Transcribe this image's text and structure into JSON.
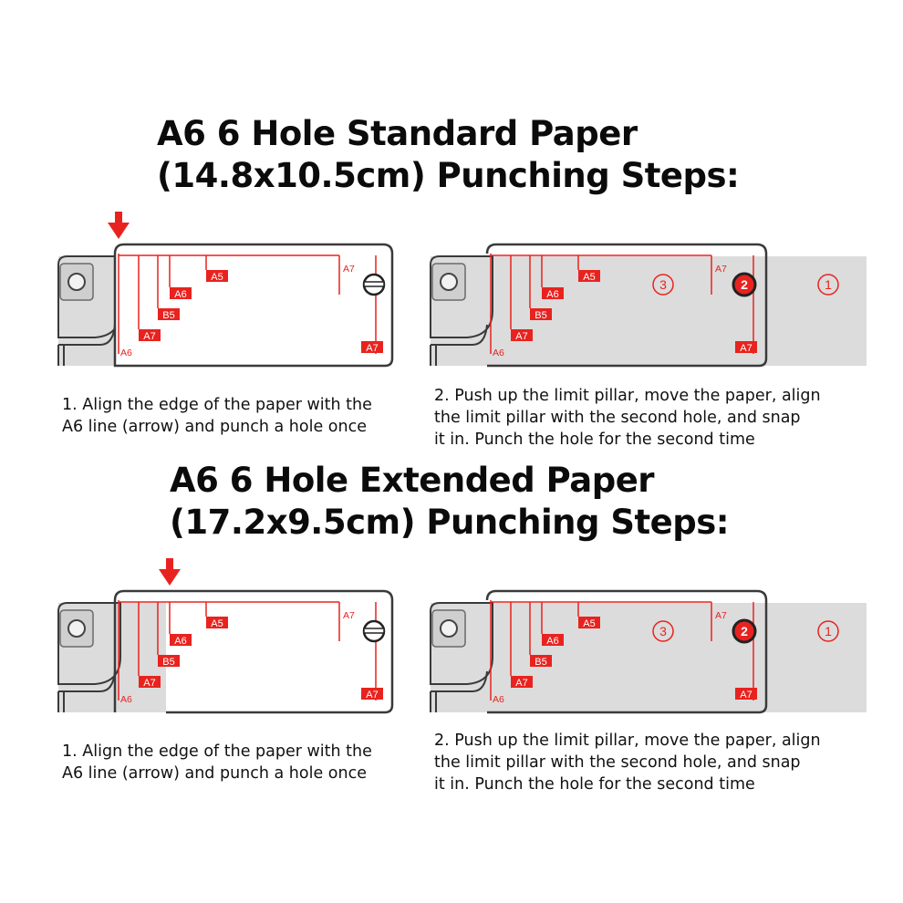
{
  "colors": {
    "red": "#e8231f",
    "device_gray": "#dcdcdc",
    "outline": "#3a3a3a"
  },
  "sections": [
    {
      "title_line1": "A6 6 Hole Standard Paper",
      "title_line2": "(14.8x10.5cm) Punching Steps:",
      "step1": {
        "line1": "1. Align the edge of the paper with the",
        "line2": "A6 line (arrow) and punch a hole once"
      },
      "step2": {
        "line1": "2. Push up the limit pillar, move the paper, align",
        "line2": "the limit pillar with the second hole, and snap",
        "line3": "it in. Punch the hole for the second time"
      }
    },
    {
      "title_line1": "A6 6 Hole Extended Paper",
      "title_line2": "(17.2x9.5cm) Punching Steps:",
      "step1": {
        "line1": "1. Align the edge of the paper with the",
        "line2": "A6 line (arrow) and punch a hole once"
      },
      "step2": {
        "line1": "2. Push up the limit pillar, move the paper, align",
        "line2": "the limit pillar with the second hole, and snap",
        "line3": "it in. Punch the hole for the second time"
      }
    }
  ],
  "labels": {
    "a5": "A5",
    "a6": "A6",
    "a7": "A7",
    "b5": "B5",
    "hole1": "1",
    "hole2": "2",
    "hole3": "3"
  },
  "icons": {
    "arrow": "red-down-arrow-icon",
    "hole": "circle-hole-icon"
  }
}
